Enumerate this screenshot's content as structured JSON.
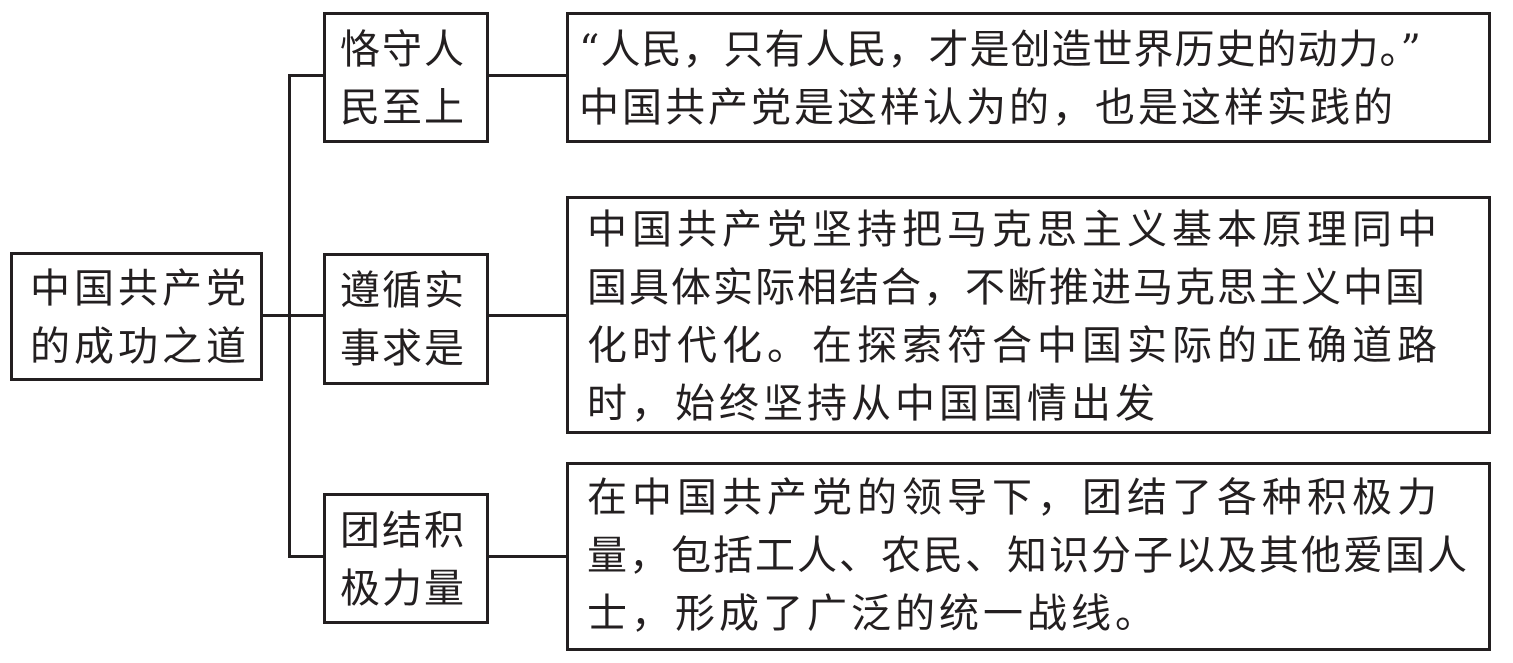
{
  "root": {
    "lines": [
      "中国共产党",
      "的成功之道"
    ]
  },
  "branches": [
    {
      "label": [
        "恪守人",
        "民至上"
      ],
      "description": [
        "“人民，只有人民，才是创造世界历史的动力。”",
        "中国共产党是这样认为的，也是这样实践的"
      ]
    },
    {
      "label": [
        "遵循实",
        "事求是"
      ],
      "description": [
        "中国共产党坚持把马克思主义基本原理同中",
        "国具体实际相结合，不断推进马克思主义中国",
        "化时代化。在探索符合中国实际的正确道路",
        "时，始终坚持从中国国情出发"
      ]
    },
    {
      "label": [
        "团结积",
        "极力量"
      ],
      "description": [
        "在中国共产党的领导下，团结了各种积极力",
        "量，包括工人、农民、知识分子以及其他爱国人",
        "士，形成了广泛的统一战线。"
      ]
    }
  ]
}
